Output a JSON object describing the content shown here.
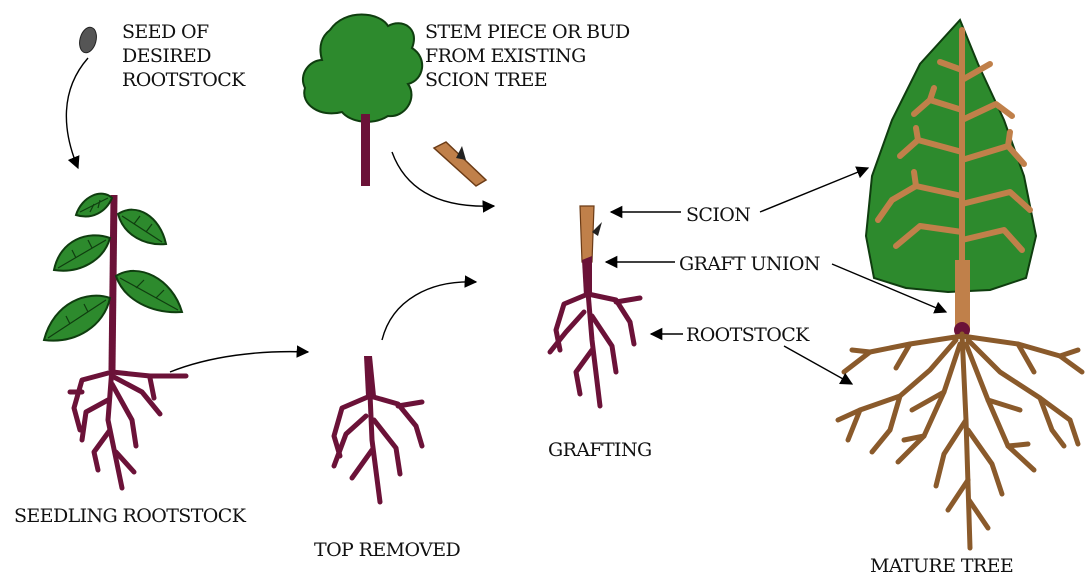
{
  "labels": {
    "seed": [
      "SEED OF",
      "DESIRED",
      "ROOTSTOCK"
    ],
    "stem_piece": [
      "STEM PIECE OR BUD",
      "FROM EXISTING",
      "SCION TREE"
    ],
    "seedling_rootstock": "SEEDLING ROOTSTOCK",
    "top_removed": "TOP REMOVED",
    "grafting": "GRAFTING",
    "scion": "SCION",
    "graft_union": "GRAFT UNION",
    "rootstock": "ROOTSTOCK",
    "mature_tree": "MATURE TREE"
  },
  "colors": {
    "leaf_green": "#2d8a2d",
    "leaf_outline": "#0f3d0f",
    "rootstock_maroon": "#6b1238",
    "scion_brown": "#c0804a",
    "mature_root_brown": "#8a5a2b",
    "seed_gray": "#555555",
    "text": "#111111"
  }
}
